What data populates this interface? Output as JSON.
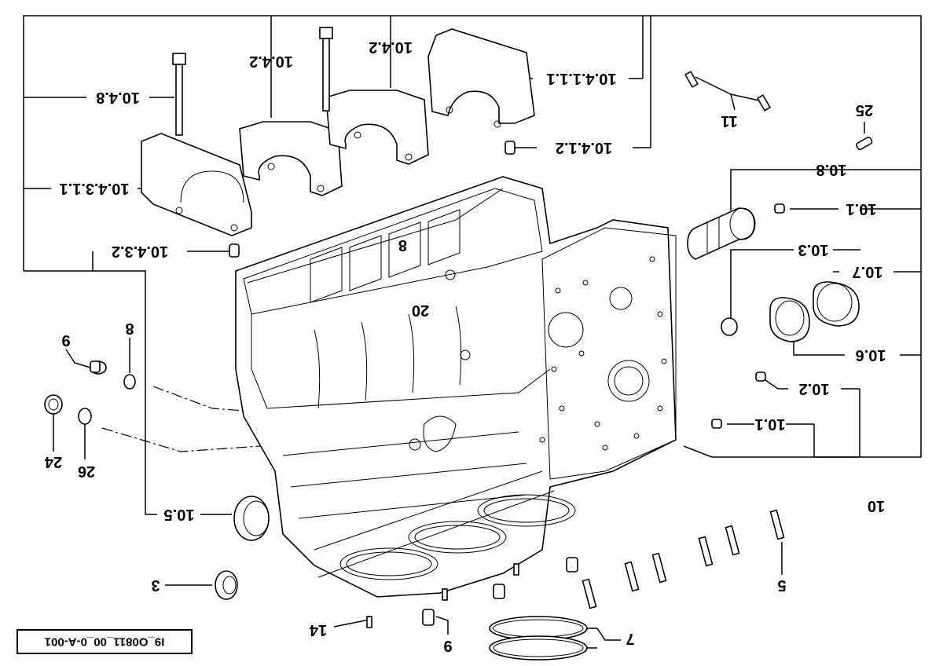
{
  "drawing_code": "I9_O0811_00_0-A-001",
  "callouts": {
    "c10": "10",
    "c10_1_top": "10.1",
    "c10_1_bottom": "10.1",
    "c10_2": "10.2",
    "c10_3": "10.3",
    "c10_4_1_1_1": "10.4.1.1.1",
    "c10_4_1_2": "10.4.1.2",
    "c10_4_2_a": "10.4.2",
    "c10_4_2_b": "10.4.2",
    "c10_4_3_1_1": "10.4.3.1.1",
    "c10_4_3_2": "10.4.3.2",
    "c10_4_8": "10.4.8",
    "c10_5": "10.5",
    "c10_6": "10.6",
    "c10_7": "10.7",
    "c10_8": "10.8",
    "c11": "11",
    "c25": "25",
    "c20": "20",
    "c9_top": "9",
    "c9_bottom": "9",
    "c8": "8",
    "c24": "24",
    "c26": "26",
    "c3": "3",
    "c14": "14",
    "c7": "7",
    "c5": "5"
  },
  "text_orientation": "rotated-180"
}
